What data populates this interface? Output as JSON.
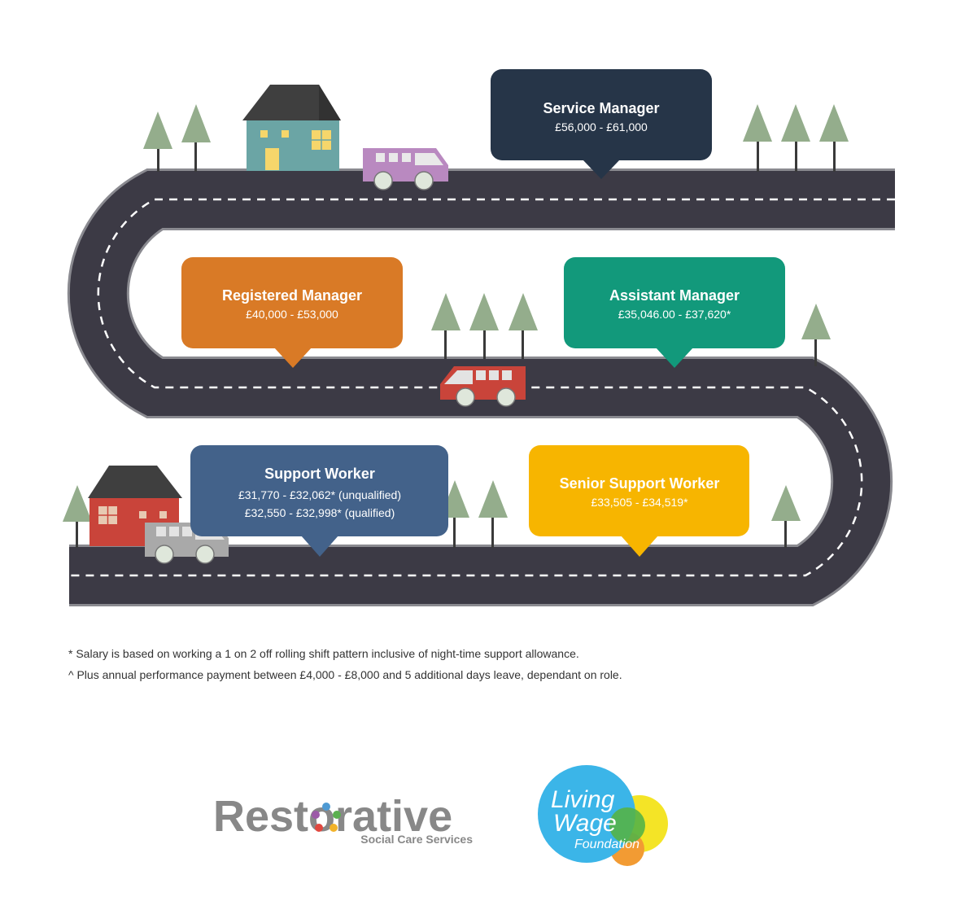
{
  "roles": [
    {
      "title": "Service Manager",
      "salary": [
        "£56,000 - £61,000"
      ],
      "color": "#263548"
    },
    {
      "title": "Registered Manager",
      "salary": [
        "£40,000 - £53,000"
      ],
      "color": "#d97a26"
    },
    {
      "title": "Assistant Manager",
      "salary": [
        "£35,046.00 - £37,620*"
      ],
      "color": "#12997b"
    },
    {
      "title": "Support Worker",
      "salary": [
        "£31,770 - £32,062* (unqualified)",
        "£32,550 - £32,998* (qualified)"
      ],
      "color": "#43628a"
    },
    {
      "title": "Senior Support Worker",
      "salary": [
        "£33,505 - £34,519*"
      ],
      "color": "#f7b500"
    }
  ],
  "notes": [
    "* Salary is based on working a 1 on 2 off rolling shift pattern inclusive of night-time support allowance.",
    "^ Plus annual performance payment between £4,000 - £8,000 and 5 additional days leave, dependant on role."
  ],
  "logos": {
    "restorative": {
      "name": "Restorative",
      "tagline": "Social Care Services"
    },
    "living_wage": {
      "line1": "Living",
      "line2": "Wage",
      "line3": "Foundation"
    }
  },
  "colors": {
    "road": "#3c3a45",
    "road_edge": "#8a8a90",
    "tree": "#94ad8c",
    "trunk": "#3a3a3a"
  }
}
